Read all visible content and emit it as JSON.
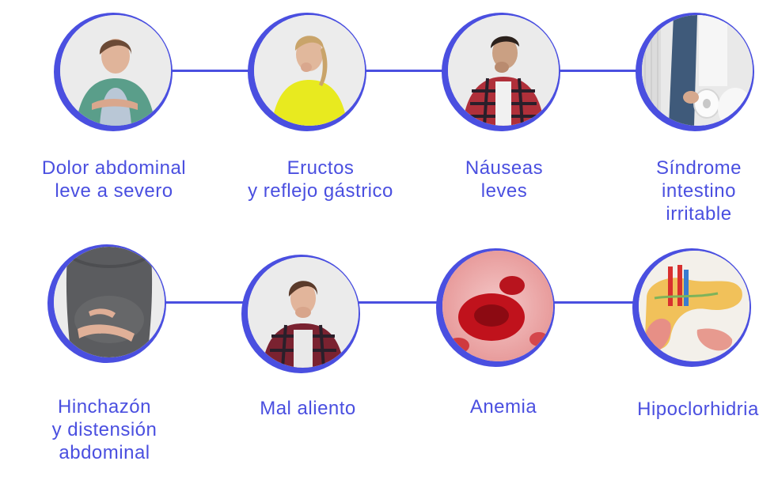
{
  "colors": {
    "accent": "#4a4fe0"
  },
  "items": [
    {
      "label_lines": [
        "Dolor abdominal",
        "leve a severo"
      ],
      "icon": "woman-abdominal-pain-photo"
    },
    {
      "label_lines": [
        "Eructos",
        "y reflejo gástrico"
      ],
      "icon": "woman-belching-photo"
    },
    {
      "label_lines": [
        "Náuseas",
        "leves"
      ],
      "icon": "man-nausea-photo"
    },
    {
      "label_lines": [
        "Síndrome",
        "intestino",
        "irritable"
      ],
      "icon": "toilet-paper-photo"
    },
    {
      "label_lines": [
        "Hinchazón",
        "y distensión",
        "abdominal"
      ],
      "icon": "bloated-abdomen-photo"
    },
    {
      "label_lines": [
        "Mal aliento"
      ],
      "icon": "woman-bad-breath-photo"
    },
    {
      "label_lines": [
        "Anemia"
      ],
      "icon": "red-blood-cells-photo"
    },
    {
      "label_lines": [
        "Hipoclorhidria"
      ],
      "icon": "stomach-pancreas-illustration"
    }
  ]
}
